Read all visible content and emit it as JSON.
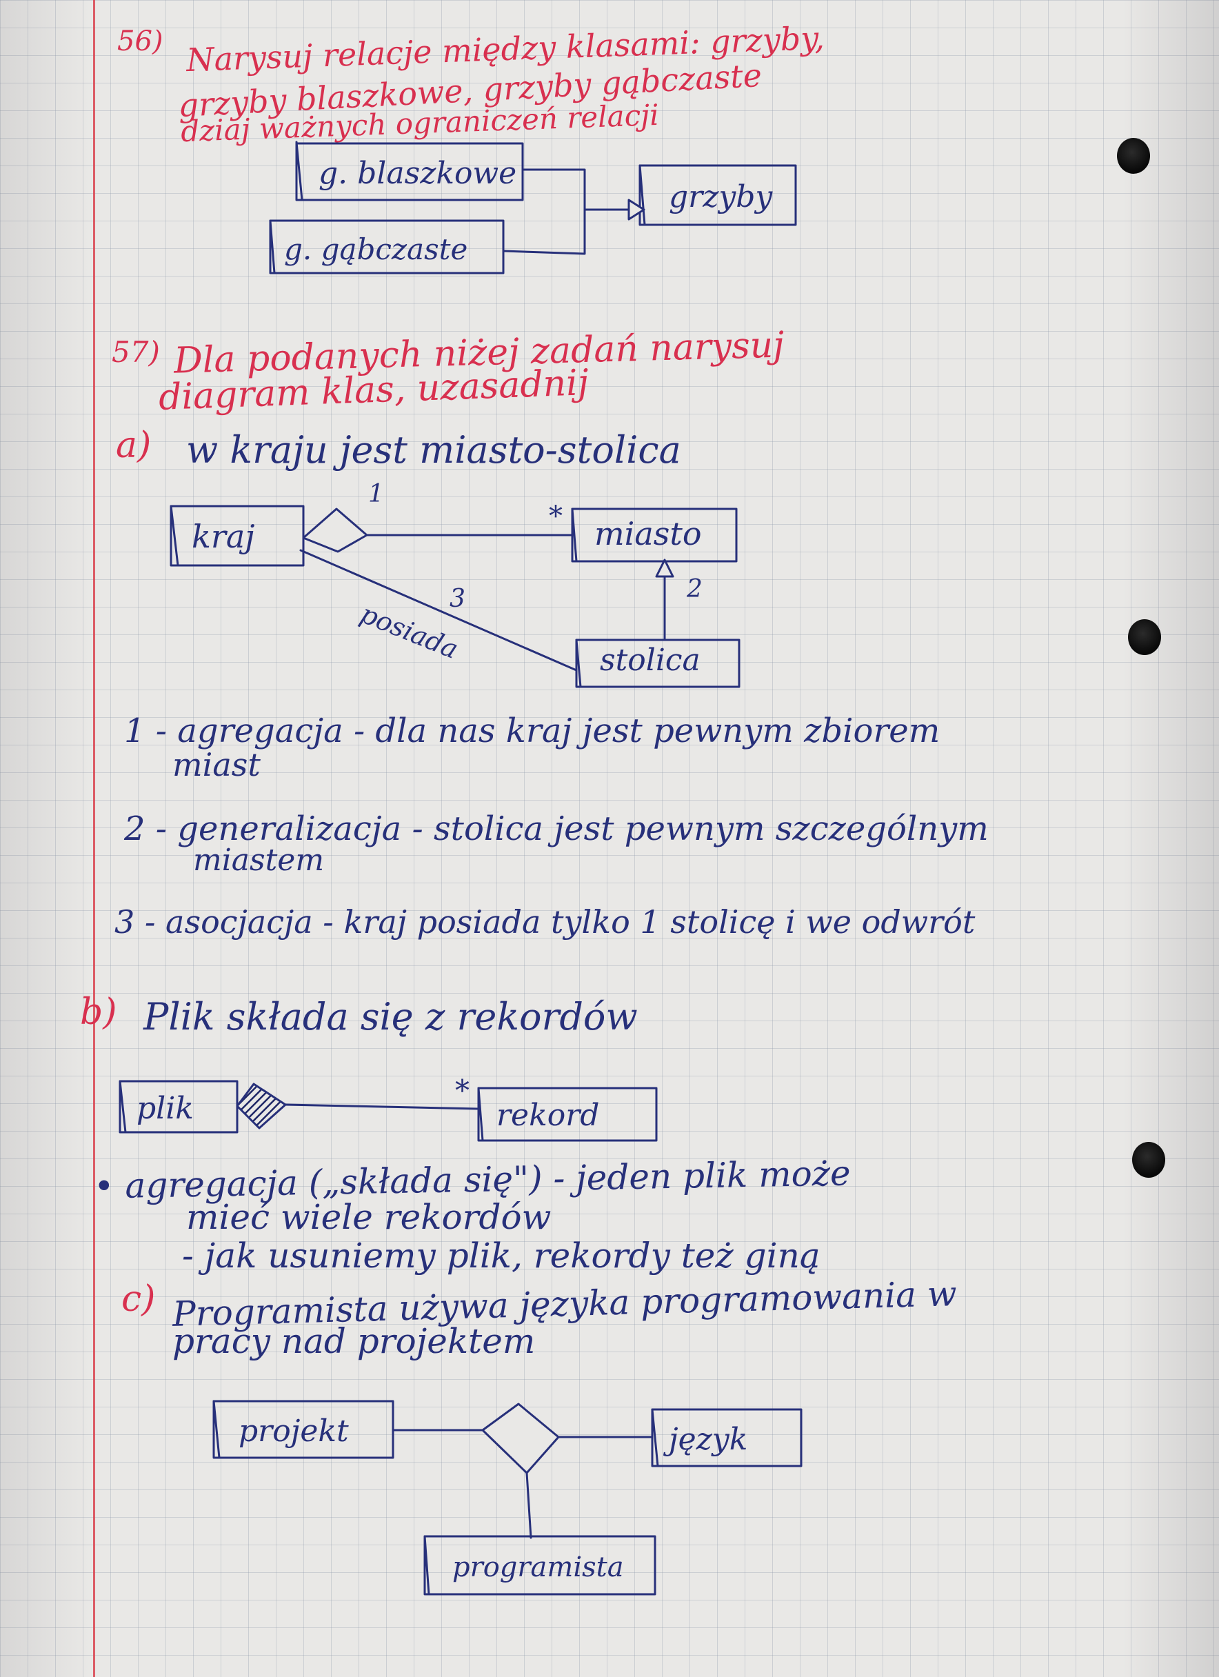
{
  "q56": {
    "number": "56)",
    "prompt_line1": "Narysuj relacje między klasami: grzyby,",
    "prompt_line2": "grzyby blaszkowe, grzyby gąbczaste",
    "prompt_line3": "dziaj ważnych ograniczeń relacji",
    "box_blaszkowe": "g. blaszkowe",
    "box_gabczaste": "g. gąbczaste",
    "box_grzyby": "grzyby"
  },
  "q57": {
    "number": "57)",
    "prompt_line1": "Dla podanych niżej zadań narysuj",
    "prompt_line2": "diagram klas, uzasadnij",
    "a": {
      "label": "a)",
      "statement": "w kraju jest miasto-stolica",
      "box_kraj": "kraj",
      "box_miasto": "miasto",
      "box_stolica": "stolica",
      "mult_1": "1",
      "mult_star": "*",
      "mult_2": "2",
      "mult_3": "3",
      "assoc_label": "posiada",
      "note1_line1": "1 - agregacja - dla nas kraj jest pewnym zbiorem",
      "note1_line2": "miast",
      "note2_line1": "2 - generalizacja - stolica jest pewnym szczególnym",
      "note2_line2": "miastem",
      "note3": "3 - asocjacja - kraj posiada tylko 1 stolicę i we odwrót"
    },
    "b": {
      "label": "b)",
      "statement": "Plik składa się z rekordów",
      "box_plik": "plik",
      "box_rekord": "rekord",
      "mult_star": "*",
      "note_line1": "• agregacja („składa się\") - jeden plik może",
      "note_line2": "mieć wiele rekordów",
      "note_line3": "- jak usuniemy plik, rekordy też giną"
    },
    "c": {
      "label": "c)",
      "statement_line1": "Programista używa języka programowania w",
      "statement_line2": "pracy nad projektem",
      "box_projekt": "projekt",
      "box_jezyk": "język",
      "box_programista": "programista"
    }
  }
}
